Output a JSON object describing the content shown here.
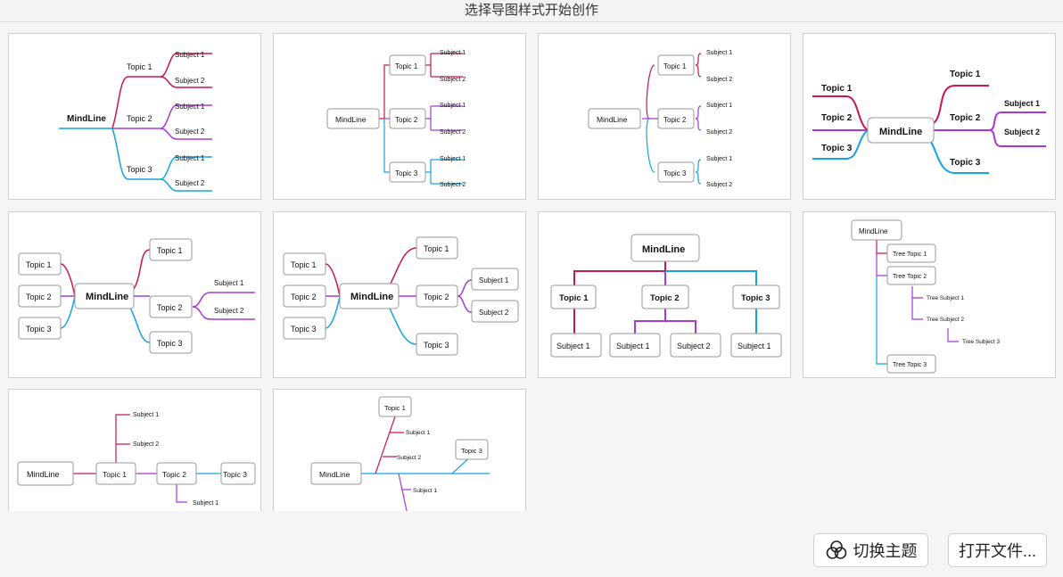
{
  "window": {
    "title": "选择导图样式开始创作"
  },
  "templates": [
    {
      "name": "logic-right",
      "root": "MindLine",
      "topics": [
        "Topic 1",
        "Topic 2",
        "Topic 3"
      ],
      "subjects": [
        "Subject 1",
        "Subject 2"
      ]
    },
    {
      "name": "brace-right",
      "root": "MindLine",
      "topics": [
        "Topic 1",
        "Topic 2",
        "Topic 3"
      ],
      "subjects": [
        "Subject 1",
        "Subject 2"
      ]
    },
    {
      "name": "brace-curly",
      "root": "MindLine",
      "topics": [
        "Topic 1",
        "Topic 2",
        "Topic 3"
      ],
      "subjects": [
        "Subject 1",
        "Subject 2"
      ]
    },
    {
      "name": "mindmap-balanced",
      "root": "MindLine",
      "topics": [
        "Topic 1",
        "Topic 2",
        "Topic 3"
      ],
      "subjects": [
        "Subject 1",
        "Subject 2"
      ]
    },
    {
      "name": "mindmap-boxed",
      "root": "MindLine",
      "topics": [
        "Topic 1",
        "Topic 2",
        "Topic 3"
      ],
      "subjects": [
        "Subject 1",
        "Subject 2"
      ]
    },
    {
      "name": "mindmap-boxed-2",
      "root": "MindLine",
      "topics": [
        "Topic 1",
        "Topic 2",
        "Topic 3"
      ],
      "subjects": [
        "Subject 1",
        "Subject 2"
      ]
    },
    {
      "name": "org-chart",
      "root": "MindLine",
      "topics": [
        "Topic 1",
        "Topic 2",
        "Topic 3"
      ],
      "subjects": [
        "Subject 1",
        "Subject 2"
      ]
    },
    {
      "name": "tree",
      "root": "MindLine",
      "topics": [
        "Tree Topic 1",
        "Tree Topic 2",
        "Tree Topic 3"
      ],
      "subjects": [
        "Tree Subject 1",
        "Tree Subject 2",
        "Tree Subject 3"
      ]
    },
    {
      "name": "timeline",
      "root": "MindLine",
      "topics": [
        "Topic 1",
        "Topic 2",
        "Topic 3"
      ],
      "subjects": [
        "Subject 1",
        "Subject 2"
      ]
    },
    {
      "name": "fishbone",
      "root": "MindLine",
      "topics": [
        "Topic 1",
        "Topic 3"
      ],
      "subjects": [
        "Subject 1",
        "Subject 2"
      ]
    }
  ],
  "buttons": {
    "switch_theme": "切换主题",
    "open_file": "打开文件..."
  },
  "colors": {
    "red": "#c8174e",
    "purple": "#a838d6",
    "blue": "#12a3e0"
  }
}
